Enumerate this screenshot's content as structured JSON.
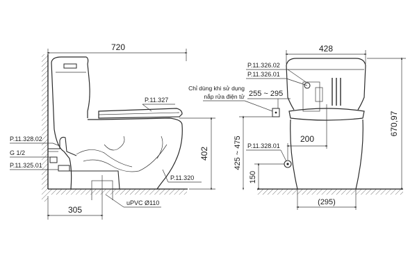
{
  "side_view": {
    "dimensions": {
      "overall_length": "720",
      "rough_in": "305",
      "height": "402"
    },
    "parts": {
      "seat": "P.11.327",
      "bowl": "P.11.320",
      "angle_valve": "P.11.328.02",
      "inlet": "G 1/2",
      "hose": "P.11.325.01"
    },
    "outlet_pipe": "uPVC Ø110"
  },
  "front_view": {
    "dimensions": {
      "width": "428",
      "total_height": "670,97",
      "socket_height": "255 ~ 295",
      "inlet_offset": "200",
      "inlet_height": "425 ~ 475",
      "valve_height": "150",
      "base_width": "(295)"
    },
    "parts": {
      "flush_button": "P.11.326.02",
      "flush_valve": "P.11.326.01",
      "valve": "P.11.328.01"
    },
    "note_line1": "Chỉ dùng khi sử dụng",
    "note_line2": "nắp rửa điện tử"
  },
  "colors": {
    "line": "#2a2a2a",
    "background": "#ffffff"
  }
}
